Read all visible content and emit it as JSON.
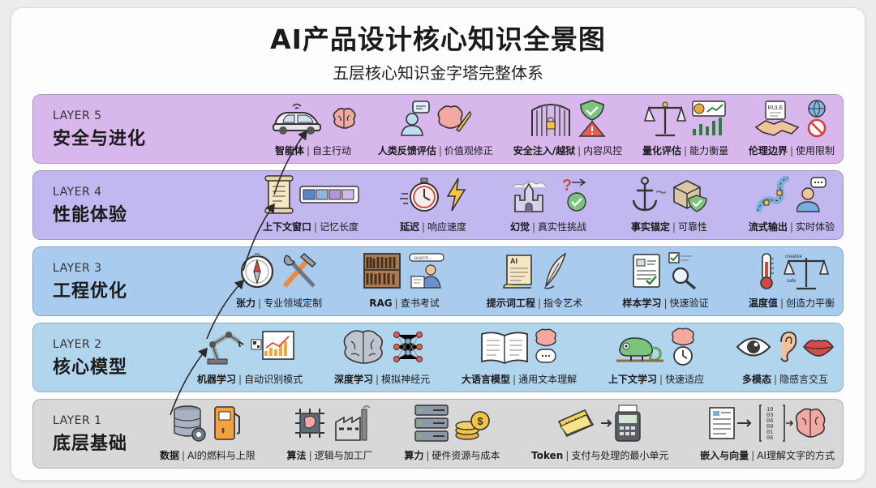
{
  "title": "AI产品设计核心知识全景图",
  "subtitle": "五层核心知识金字塔完整体系",
  "colors": {
    "layer5": "#d7b7ec",
    "layer4": "#c3b7ef",
    "layer3": "#a9cbee",
    "layer2": "#b2d5ee",
    "layer1": "#d8d8d8"
  },
  "layers": [
    {
      "tag": "LAYER 5",
      "name": "安全与进化",
      "items": [
        {
          "term": "智能体",
          "desc": "自主行动",
          "icons": [
            "robot-car-icon",
            "brain-icon"
          ]
        },
        {
          "term": "人类反馈评估",
          "desc": "价值观修正",
          "icons": [
            "person-chat-icon",
            "brain-pencil-icon"
          ]
        },
        {
          "term": "安全注入/越狱",
          "desc": "内容风控",
          "icons": [
            "gate-lock-icon",
            "shield-warning-icon"
          ]
        },
        {
          "term": "量化评估",
          "desc": "能力衡量",
          "icons": [
            "scale-icon",
            "chart-icon"
          ]
        },
        {
          "term": "伦理边界",
          "desc": "使用限制",
          "icons": [
            "handshake-rule-icon",
            "globe-ban-icon"
          ]
        }
      ]
    },
    {
      "tag": "LAYER 4",
      "name": "性能体验",
      "items": [
        {
          "term": "上下文窗口",
          "desc": "记忆长度",
          "icons": [
            "scroll-icon",
            "token-blocks-icon"
          ]
        },
        {
          "term": "延迟",
          "desc": "响应速度",
          "icons": [
            "stopwatch-icon",
            "lightning-icon"
          ]
        },
        {
          "term": "幻觉",
          "desc": "真实性挑战",
          "icons": [
            "castle-icon",
            "question-check-icon"
          ]
        },
        {
          "term": "事实锚定",
          "desc": "可靠性",
          "icons": [
            "anchor-icon",
            "cube-shield-icon"
          ]
        },
        {
          "term": "流式输出",
          "desc": "实时体验",
          "icons": [
            "stream-path-icon",
            "person-bubble-icon"
          ]
        }
      ]
    },
    {
      "tag": "LAYER 3",
      "name": "工程优化",
      "items": [
        {
          "term": "张力",
          "desc": "专业领域定制",
          "icons": [
            "compass-icon",
            "tools-icon"
          ]
        },
        {
          "term": "RAG",
          "desc": "查书考试",
          "icons": [
            "bookshelf-icon",
            "search-reader-icon"
          ]
        },
        {
          "term": "提示词工程",
          "desc": "指令艺术",
          "icons": [
            "ai-scroll-icon",
            "quill-icon"
          ]
        },
        {
          "term": "样本学习",
          "desc": "快速验证",
          "icons": [
            "document-icon",
            "checklist-magnifier-icon"
          ]
        },
        {
          "term": "温度值",
          "desc": "创造力平衡",
          "icons": [
            "thermometer-icon",
            "balance-icon"
          ],
          "labels": [
            "creative",
            "safe"
          ]
        }
      ]
    },
    {
      "tag": "LAYER 2",
      "name": "核心模型",
      "items": [
        {
          "term": "机器学习",
          "desc": "自动识别模式",
          "icons": [
            "robot-arm-icon",
            "qr-chart-icon"
          ]
        },
        {
          "term": "深度学习",
          "desc": "模拟神经元",
          "icons": [
            "brain-network-icon",
            "neural-net-icon"
          ]
        },
        {
          "term": "大语言模型",
          "desc": "通用文本理解",
          "icons": [
            "open-book-icon",
            "brain-bubble-icon"
          ]
        },
        {
          "term": "上下文学习",
          "desc": "快速适应",
          "icons": [
            "chameleon-icon",
            "brain-clock-icon"
          ]
        },
        {
          "term": "多模态",
          "desc": "隐感言交互",
          "icons": [
            "eye-icon",
            "ear-icon",
            "lips-icon"
          ]
        }
      ]
    },
    {
      "tag": "LAYER 1",
      "name": "底层基础",
      "items": [
        {
          "term": "数据",
          "desc": "AI的燃料与上限",
          "icons": [
            "database-icon",
            "fuel-pump-icon"
          ]
        },
        {
          "term": "算法",
          "desc": "逻辑与加工厂",
          "icons": [
            "chip-brain-icon",
            "factory-icon"
          ]
        },
        {
          "term": "算力",
          "desc": "硬件资源与成本",
          "icons": [
            "server-icon",
            "coins-icon"
          ]
        },
        {
          "term": "Token",
          "desc": "支付与处理的最小单元",
          "icons": [
            "token-ticket-icon",
            "payment-terminal-icon"
          ]
        },
        {
          "term": "嵌入与向量",
          "desc": "AI理解文字的方式",
          "icons": [
            "text-doc-icon",
            "vector-brain-icon"
          ],
          "labels": [
            "10",
            "03",
            "06",
            "00",
            "01",
            "06"
          ]
        }
      ]
    }
  ]
}
